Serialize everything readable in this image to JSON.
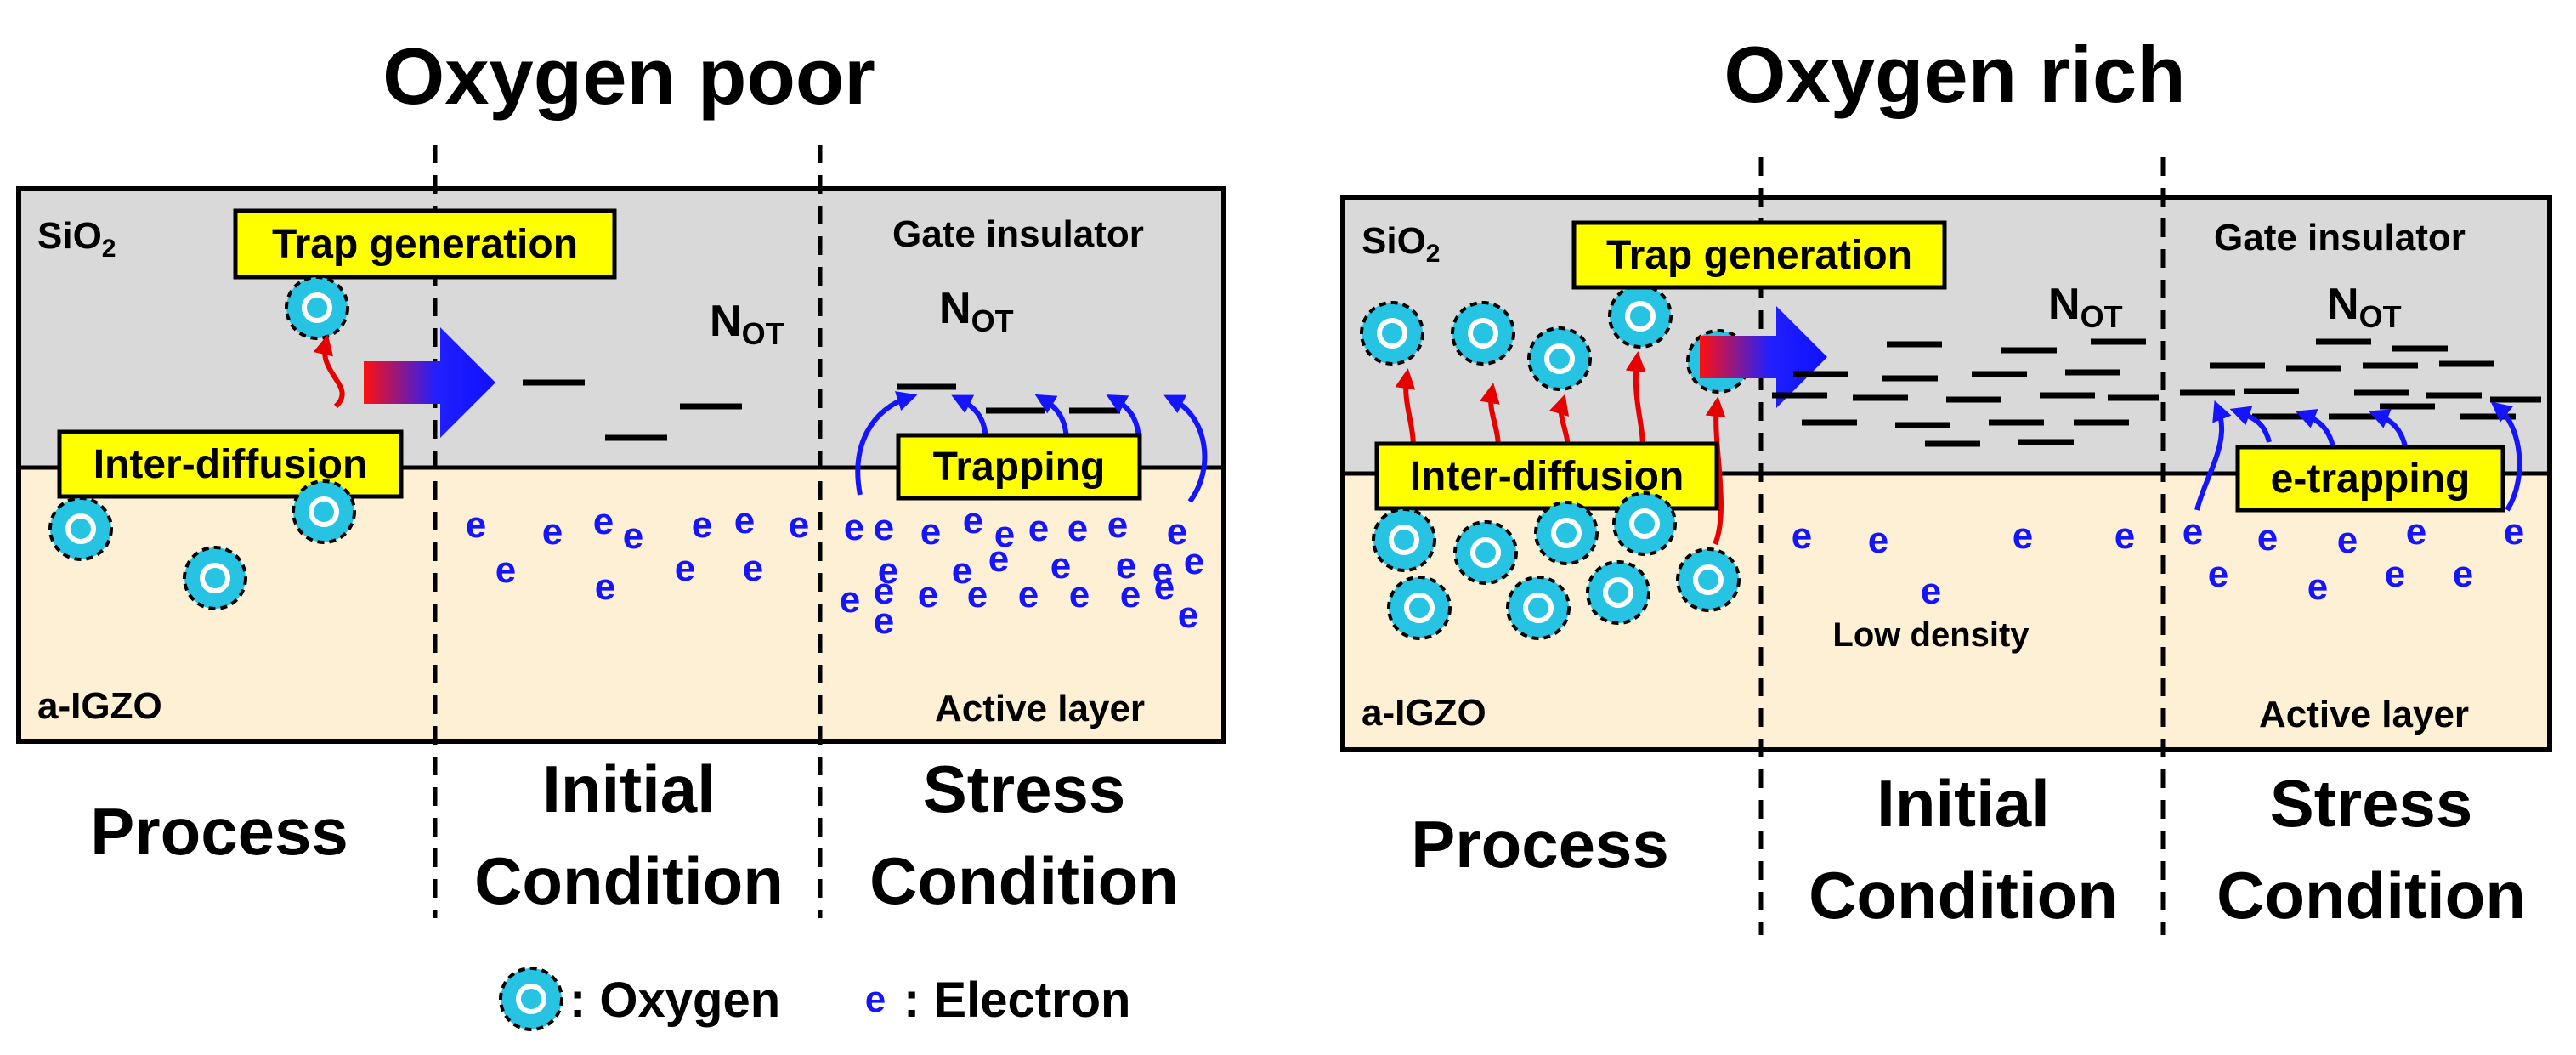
{
  "panels": {
    "poor": {
      "title": "Oxygen poor",
      "gate_label": "SiO",
      "gate_sub": "2",
      "gate_insulator": "Gate insulator",
      "active_material": "a-IGZO",
      "active_layer": "Active layer",
      "trap_box": "Trap generation",
      "diff_box": "Inter-diffusion",
      "trap_action_box": "Trapping",
      "not_main": "N",
      "not_sub": "OT",
      "cap_process": "Process",
      "cap_initial": [
        "Initial",
        "Condition"
      ],
      "cap_stress": [
        "Stress",
        "Condition"
      ]
    },
    "rich": {
      "title": "Oxygen rich",
      "gate_label": "SiO",
      "gate_sub": "2",
      "gate_insulator": "Gate insulator",
      "active_material": "a-IGZO",
      "active_layer": "Active layer",
      "trap_box": "Trap generation",
      "diff_box": "Inter-diffusion",
      "trap_action_box": "e-trapping",
      "not_main": "N",
      "not_sub": "OT",
      "low_density": "Low density",
      "cap_process": "Process",
      "cap_initial": [
        "Initial",
        "Condition"
      ],
      "cap_stress": [
        "Stress",
        "Condition"
      ]
    }
  },
  "legend": {
    "oxygen_symbol": "O",
    "oxygen_label": ": Oxygen",
    "electron_symbol": "e",
    "electron_label": ": Electron"
  },
  "colors": {
    "gate": "#d9d9d9",
    "active": "#fdf0d5",
    "box": "#ffff00",
    "oxygen": "#27c3e3",
    "electron": "#1414ff",
    "arrow_red": "#e60000",
    "arrow_blue": "#1414ff"
  }
}
